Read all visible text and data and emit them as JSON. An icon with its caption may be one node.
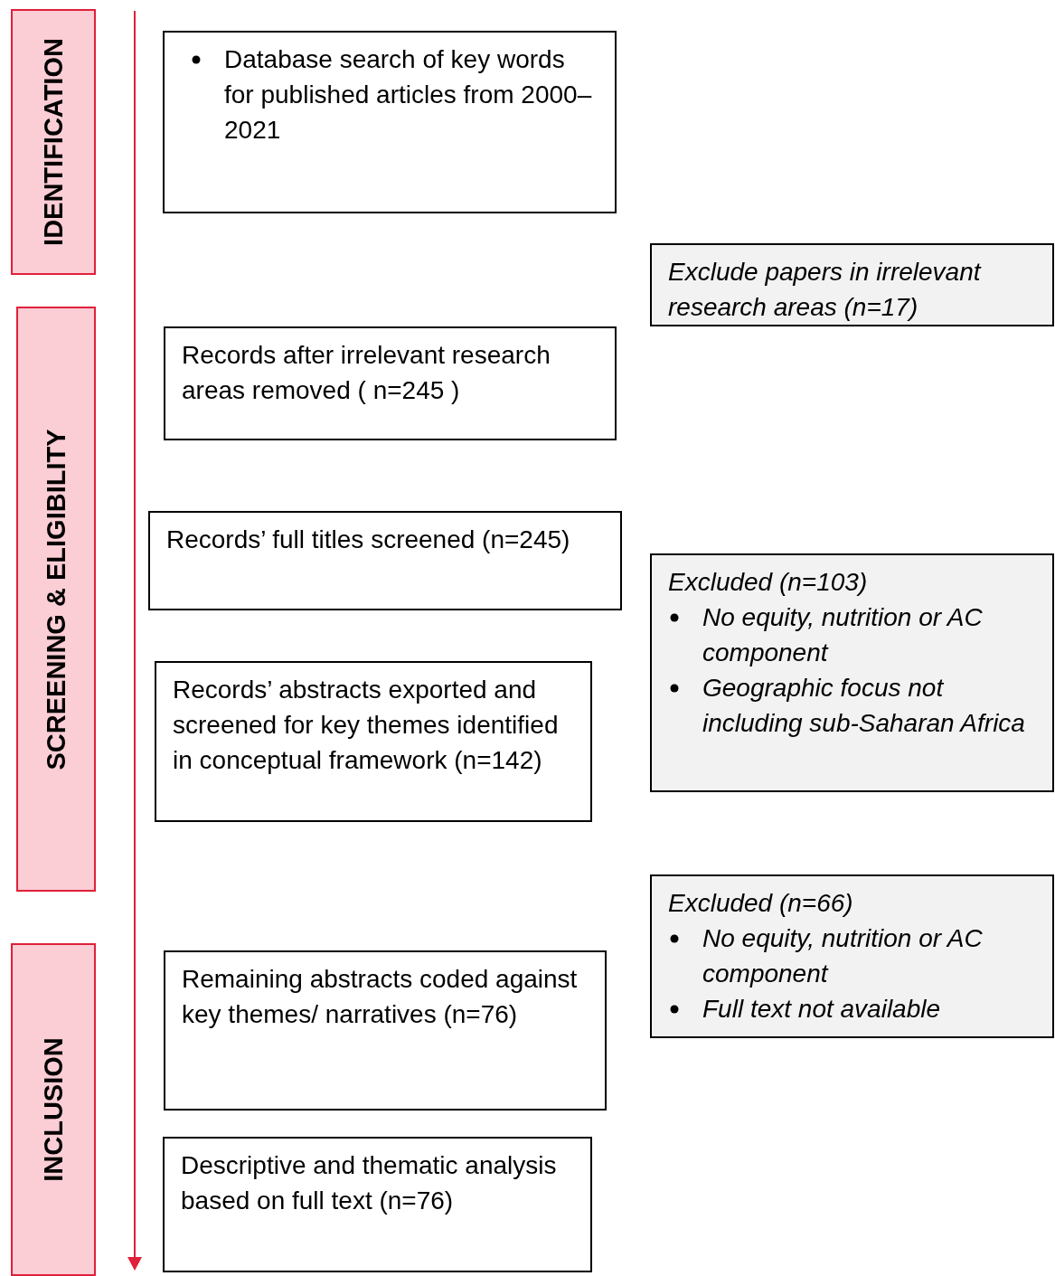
{
  "diagram": {
    "nodes": [
      {
        "text": [
          "IDENTIFICATION"
        ]
      },
      {
        "text": [
          "SCREENING & ELIGIBILITY"
        ]
      },
      {
        "text": [
          "INCLUSION"
        ]
      },
      {
        "text": [
          "Database search of key words for published articles from 2000–2021"
        ]
      },
      {
        "text": [
          "Exclude papers in irrelevant research areas (n=17)"
        ]
      },
      {
        "text": [
          "Records after irrelevant research areas removed ( n=245 )"
        ]
      },
      {
        "text": [
          "Records’ full titles screened (n=245)"
        ]
      },
      {
        "text": [
          "Excluded (n=103)",
          "No equity, nutrition or AC component",
          "Geographic focus not including sub-Saharan Africa"
        ]
      },
      {
        "text": [
          "Records’ abstracts exported and screened for key themes identified in conceptual framework (n=142)"
        ]
      },
      {
        "text": [
          "Excluded (n=66)",
          "No equity, nutrition or AC component",
          "Full text not available"
        ]
      },
      {
        "text": [
          "Remaining abstracts coded against key themes/ narratives (n=76)"
        ]
      },
      {
        "text": [
          "Descriptive and thematic analysis based on full text (n=76)"
        ]
      }
    ]
  }
}
